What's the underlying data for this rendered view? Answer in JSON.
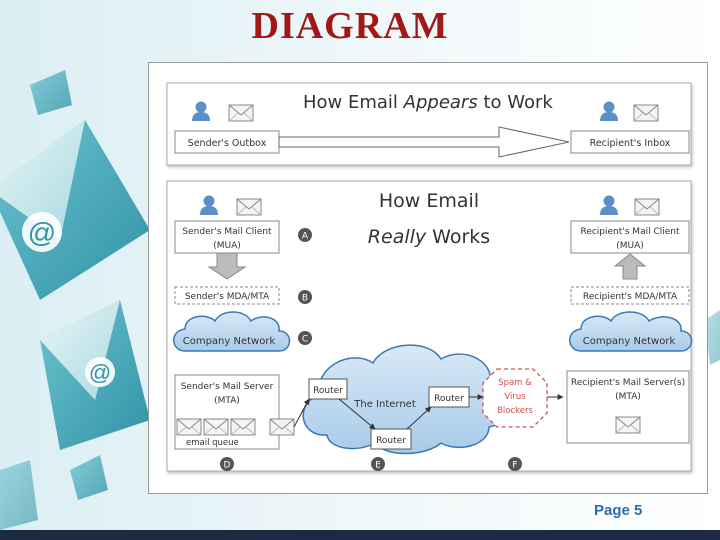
{
  "slide": {
    "title": "DIAGRAM",
    "page_label": "Page 5"
  },
  "panel_top": {
    "title_pre": "How Email ",
    "title_em": "Appears",
    "title_post": " to Work",
    "sender_box": "Sender's Outbox",
    "recipient_box": "Recipient's Inbox"
  },
  "panel_bottom": {
    "title_line1": "How Email",
    "title_line2_em": "Really",
    "title_line2_rest": " Works",
    "sender_client_line1": "Sender's Mail Client",
    "sender_client_line2": "(MUA)",
    "recipient_client_line1": "Recipient's Mail Client",
    "recipient_client_line2": "(MUA)",
    "sender_mda": "Sender's MDA/MTA",
    "recipient_mda": "Recipient's MDA/MTA",
    "company_network_left": "Company Network",
    "company_network_right": "Company Network",
    "sender_server_line1": "Sender's Mail Server",
    "sender_server_line2": "(MTA)",
    "email_queue": "email queue",
    "internet": "The Internet",
    "router_1": "Router",
    "router_2": "Router",
    "router_3": "Router",
    "spam_line1": "Spam &",
    "spam_line2": "Virus",
    "spam_line3": "Blockers",
    "recipient_server_line1": "Recipient's Mail Server(s)",
    "recipient_server_line2": "(MTA)",
    "marker_a": "A",
    "marker_b": "B",
    "marker_c": "C",
    "marker_d": "D",
    "marker_e": "E",
    "marker_f": "F"
  },
  "icons": {
    "user": "user-icon",
    "envelope": "envelope-icon",
    "arrow_down": "arrow-down-icon",
    "arrow_up": "arrow-up-icon",
    "cloud": "cloud-icon"
  },
  "colors": {
    "title_red": "#a01818",
    "page_blue": "#2b6fa8",
    "cloud_blue": "#bcd8f0",
    "cloud_stroke": "#3a78b8",
    "spam_red": "#d05050"
  }
}
